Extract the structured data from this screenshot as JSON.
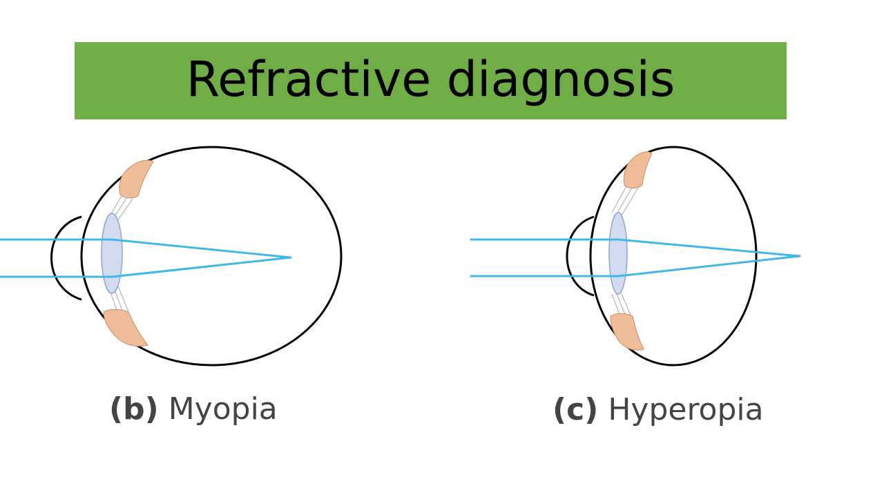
{
  "title": "Refractive diagnosis",
  "colors": {
    "title_bar": "#70ad47",
    "ray": "#3fb8e8",
    "lens_fill": "#d2dbef",
    "lens_stroke": "#8fa3cf",
    "ciliary_fill": "#f0bd9a",
    "ciliary_stroke": "#c98a63",
    "outline": "#000000",
    "caption": "#444444"
  },
  "panels": [
    {
      "tag": "(b)",
      "label": "Myopia"
    },
    {
      "tag": "(c)",
      "label": "Hyperopia"
    }
  ]
}
